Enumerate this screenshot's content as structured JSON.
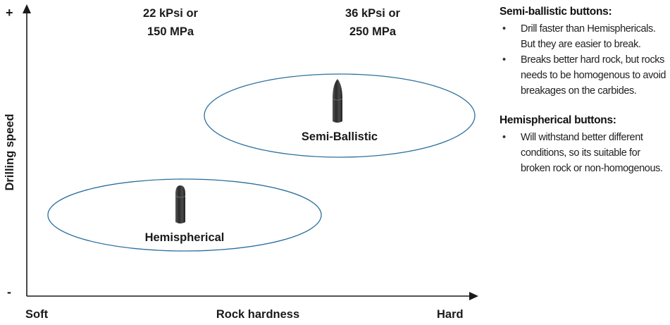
{
  "diagram": {
    "y_axis": {
      "label": "Drilling speed",
      "top_marker": "+",
      "bottom_marker": "-"
    },
    "x_axis": {
      "label": "Rock hardness",
      "left_label": "Soft",
      "right_label": "Hard"
    },
    "pressure_labels": [
      {
        "line1": "22 kPsi or",
        "line2": "150 MPa"
      },
      {
        "line1": "36 kPsi or",
        "line2": "250 MPa"
      }
    ],
    "regions": [
      {
        "label": "Semi-Ballistic",
        "button_icon": "semi-ballistic-button-icon"
      },
      {
        "label": "Hemispherical",
        "button_icon": "hemispherical-button-icon"
      }
    ],
    "colors": {
      "ellipse_stroke": "#2b6f9e",
      "axis": "#1a1a1a",
      "button": "#3a3a3a"
    }
  },
  "sidebar": {
    "semi_ballistic": {
      "title": "Semi-ballistic buttons:",
      "bullets": [
        "Drill faster than Hemisphericals. But they are easier to break.",
        "Breaks better hard rock, but rocks needs to be homogenous to avoid breakages on the carbides."
      ]
    },
    "hemispherical": {
      "title": "Hemispherical buttons:",
      "bullets": [
        "Will withstand better different conditions, so its suitable for broken rock or non-homogenous."
      ]
    }
  }
}
